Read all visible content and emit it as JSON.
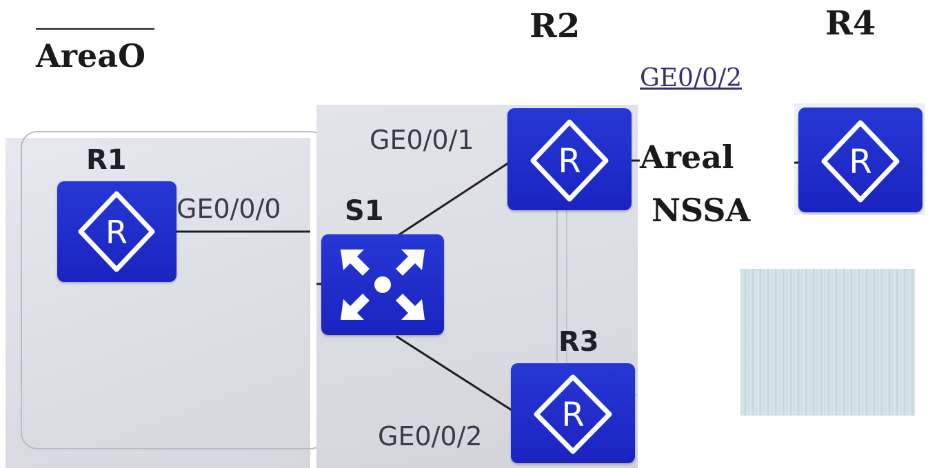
{
  "areas": {
    "area0": "AreaO",
    "area1_line1": "Areal",
    "area1_line2": "NSSA"
  },
  "nodes": {
    "r1": "R1",
    "r2": "R2",
    "r3": "R3",
    "r4": "R4",
    "s1": "S1"
  },
  "interfaces": {
    "r1_s1": "GE0/0/0",
    "s1_r2": "GE0/0/1",
    "s1_r3": "GE0/0/2",
    "r2_r4": "GE0/0/2"
  },
  "icons": {
    "router": "router-icon",
    "switch": "switch-icon"
  },
  "colors": {
    "device_blue": "#1f2bcc",
    "link_line": "#1e1e1e"
  }
}
